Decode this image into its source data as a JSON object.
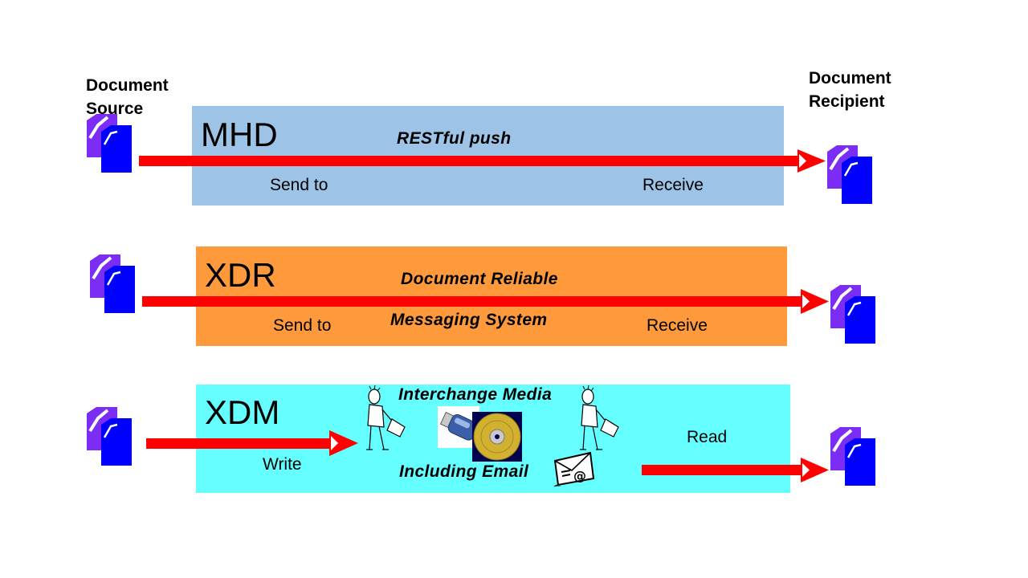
{
  "source_heading": [
    "Document",
    "Source"
  ],
  "recipient_heading": [
    "Document",
    "Recipient"
  ],
  "bands": [
    {
      "name": "MHD",
      "color": "#9DC3E6",
      "title": [
        "RESTful push"
      ],
      "left_label": "Send to",
      "right_label": "Receive",
      "arrow_color": "#FF0000"
    },
    {
      "name": "XDR",
      "color": "#FF9A3C",
      "title": [
        "Document Reliable",
        "Messaging System"
      ],
      "left_label": "Send to",
      "right_label": "Receive",
      "arrow_color": "#FF0000"
    },
    {
      "name": "XDM",
      "color": "#66FFFF",
      "title": [
        "Interchange Media",
        "Including Email"
      ],
      "left_label": "Write",
      "right_label": "Read",
      "arrow_color": "#FF0000"
    }
  ],
  "icons": {
    "document": "document-stack-icon",
    "media": [
      "person-carrying-document-icon",
      "usb-drive-icon",
      "cd-disc-icon",
      "person-carrying-document-icon",
      "email-envelope-icon"
    ]
  },
  "colors": {
    "doc_front": "#0000FF",
    "doc_back": "#7B2CF5",
    "arrow": "#FF0000"
  }
}
